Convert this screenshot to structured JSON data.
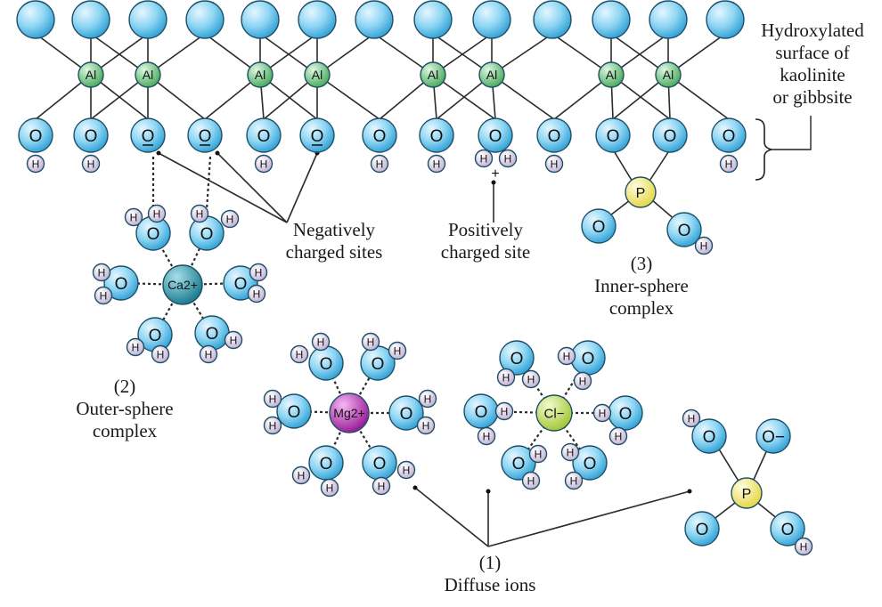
{
  "labels": {
    "surface": [
      "Hydroxylated",
      "surface of",
      "kaolinite",
      "or gibbsite"
    ],
    "negative_sites": [
      "Negatively",
      "charged sites"
    ],
    "positive_site": [
      "Positively",
      "charged site"
    ],
    "inner_sphere": [
      "(3)",
      "Inner-sphere",
      "complex"
    ],
    "outer_sphere": [
      "(2)",
      "Outer-sphere",
      "complex"
    ],
    "diffuse_ions": [
      "(1)",
      "Diffuse ions"
    ]
  },
  "atom_symbols": {
    "aluminum": "Al",
    "oxygen": "O",
    "hydrogen": "H",
    "phosphorus": "P",
    "negative_oxygen": "O",
    "oxide_ion": "O−"
  },
  "ions": {
    "calcium": "Ca2+",
    "magnesium": "Mg2+",
    "chloride": "Cl−"
  },
  "charge_marks": {
    "positive": "+",
    "negative": "−"
  },
  "colors": {
    "oxygen": "#7fd0f2",
    "hydrogen": "#e3d8ec",
    "aluminum": "#8fd69a",
    "phosphorus": "#f5ef8a",
    "calcium": "#3a9fb0",
    "magnesium": "#c03bbf",
    "chloride": "#c4e060",
    "bond": "#333333"
  }
}
